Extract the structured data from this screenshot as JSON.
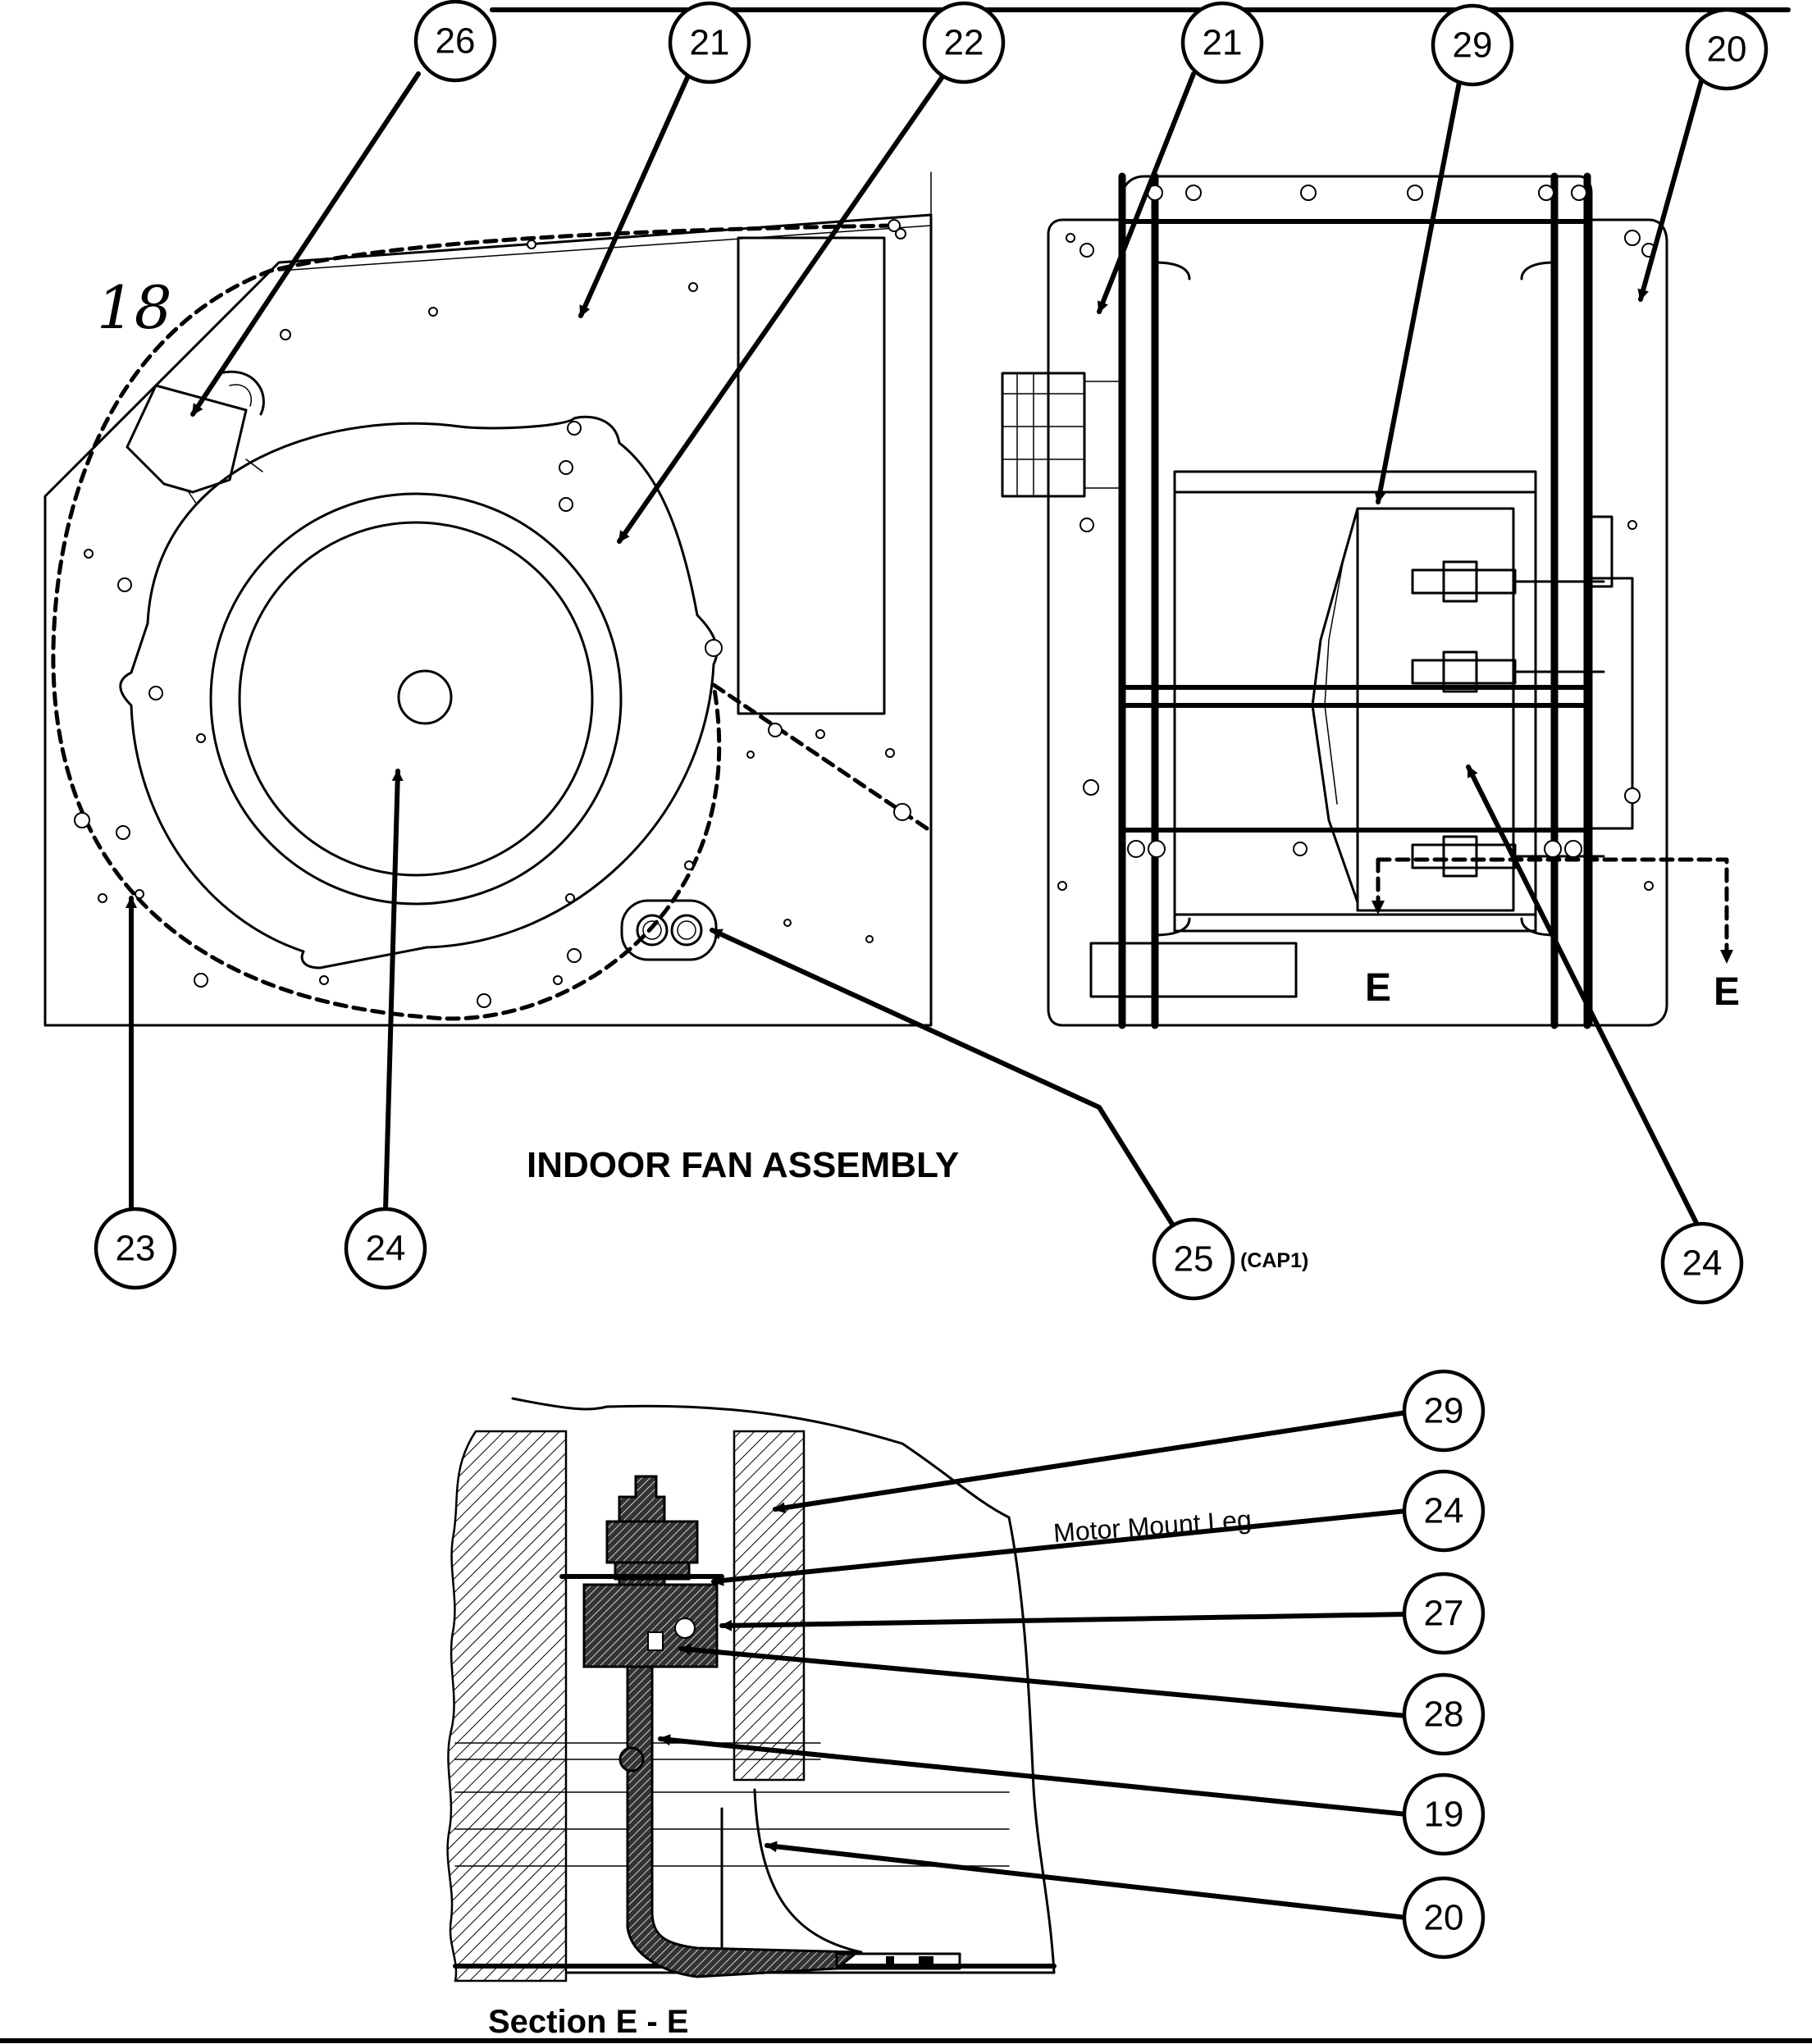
{
  "title": "INDOOR FAN ASSEMBLY",
  "section_title": "Section E - E",
  "handwritten_note": "18",
  "motor_mount_label": "Motor Mount Leg",
  "section_marker": "E",
  "callouts": {
    "c26": "26",
    "c21a": "21",
    "c22": "22",
    "c21b": "21",
    "c29a": "29",
    "c20a": "20",
    "c23": "23",
    "c24a": "24",
    "c25": "25",
    "c24b": "24",
    "c29b": "29",
    "c24c": "24",
    "c27": "27",
    "c28": "28",
    "c19": "19",
    "c20b": "20"
  },
  "cap_label": "(CAP1)"
}
